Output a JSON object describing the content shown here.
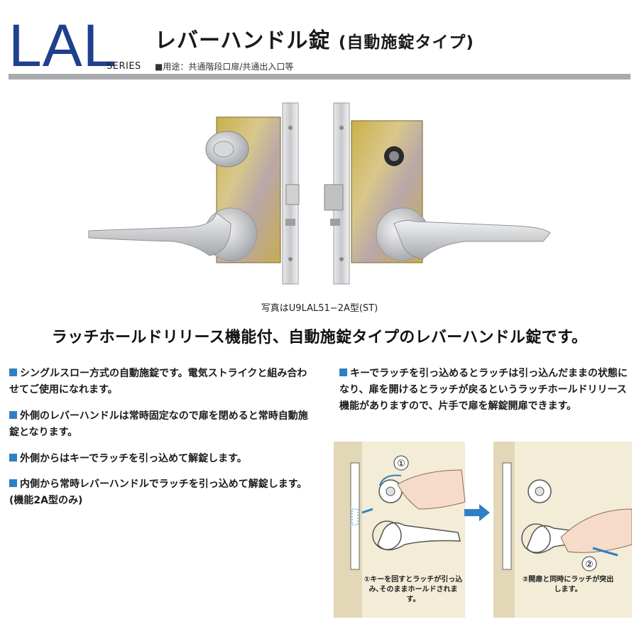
{
  "header": {
    "brand": "LAL",
    "series": "SERIES",
    "title": "レバーハンドル錠",
    "title_sub": "(自動施錠タイプ)",
    "usage": "■用途：共通階段口扉/共通出入口等"
  },
  "photo": {
    "caption": "写真はU9LAL51−2A型(ST)"
  },
  "lead": "ラッチホールドリリース機能付、自動施錠タイプのレバーハンドル錠です。",
  "bullets": {
    "b1": "シングルスロー方式の自動施錠です。電気ストライクと組み合わせてご使用になれます。",
    "b2": "外側のレバーハンドルは常時固定なので扉を閉めると常時自動施錠となります。",
    "b3": "外側からはキーでラッチを引っ込めて解錠します。",
    "b4": "内側から常時レバーハンドルでラッチを引っ込めて解錠します。(機能2A型のみ)",
    "b5": "キーでラッチを引っ込めるとラッチは引っ込んだままの状態になり、扉を開けるとラッチが戻るというラッチホールドリリース機能がありますので、片手で扉を解錠開扉できます。"
  },
  "illustration": {
    "step1_num": "①",
    "step1_caption": "①キーを回すとラッチが引っ込み､そのままホールドされます。",
    "step2_num": "②",
    "step2_caption": "②開扉と同時にラッチが突出します。"
  },
  "colors": {
    "brand_blue": "#1f3f8f",
    "bullet_blue": "#2f7fc4",
    "rule_gray": "#a9abae",
    "door_cream": "#f3ecd7"
  }
}
